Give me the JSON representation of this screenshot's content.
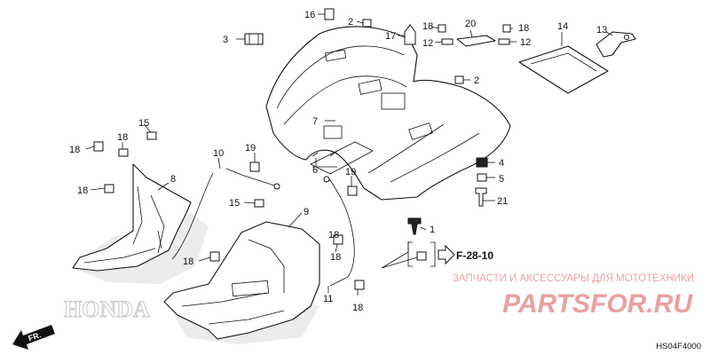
{
  "diagram": {
    "code": "HS04F4000",
    "ref_label": "F-28-10",
    "direction_label": "FR.",
    "brand_watermark": "HONDA",
    "watermark": {
      "caption": "ЗАПЧАСТИ И АКСЕССУАРЫ ДЛЯ МОТОТЕХНИКИ",
      "logo": "PARTSFOR.RU"
    },
    "callouts": [
      {
        "label": "16"
      },
      {
        "label": "2"
      },
      {
        "label": "3"
      },
      {
        "label": "17"
      },
      {
        "label": "18"
      },
      {
        "label": "12"
      },
      {
        "label": "20"
      },
      {
        "label": "18"
      },
      {
        "label": "12"
      },
      {
        "label": "14"
      },
      {
        "label": "13"
      },
      {
        "label": "2"
      },
      {
        "label": "15"
      },
      {
        "label": "18"
      },
      {
        "label": "18"
      },
      {
        "label": "8"
      },
      {
        "label": "18"
      },
      {
        "label": "7"
      },
      {
        "label": "10"
      },
      {
        "label": "19"
      },
      {
        "label": "6"
      },
      {
        "label": "19"
      },
      {
        "label": "4"
      },
      {
        "label": "5"
      },
      {
        "label": "21"
      },
      {
        "label": "15"
      },
      {
        "label": "9"
      },
      {
        "label": "1"
      },
      {
        "label": "18"
      },
      {
        "label": "18"
      },
      {
        "label": "18"
      },
      {
        "label": "11"
      },
      {
        "label": "18"
      }
    ]
  }
}
